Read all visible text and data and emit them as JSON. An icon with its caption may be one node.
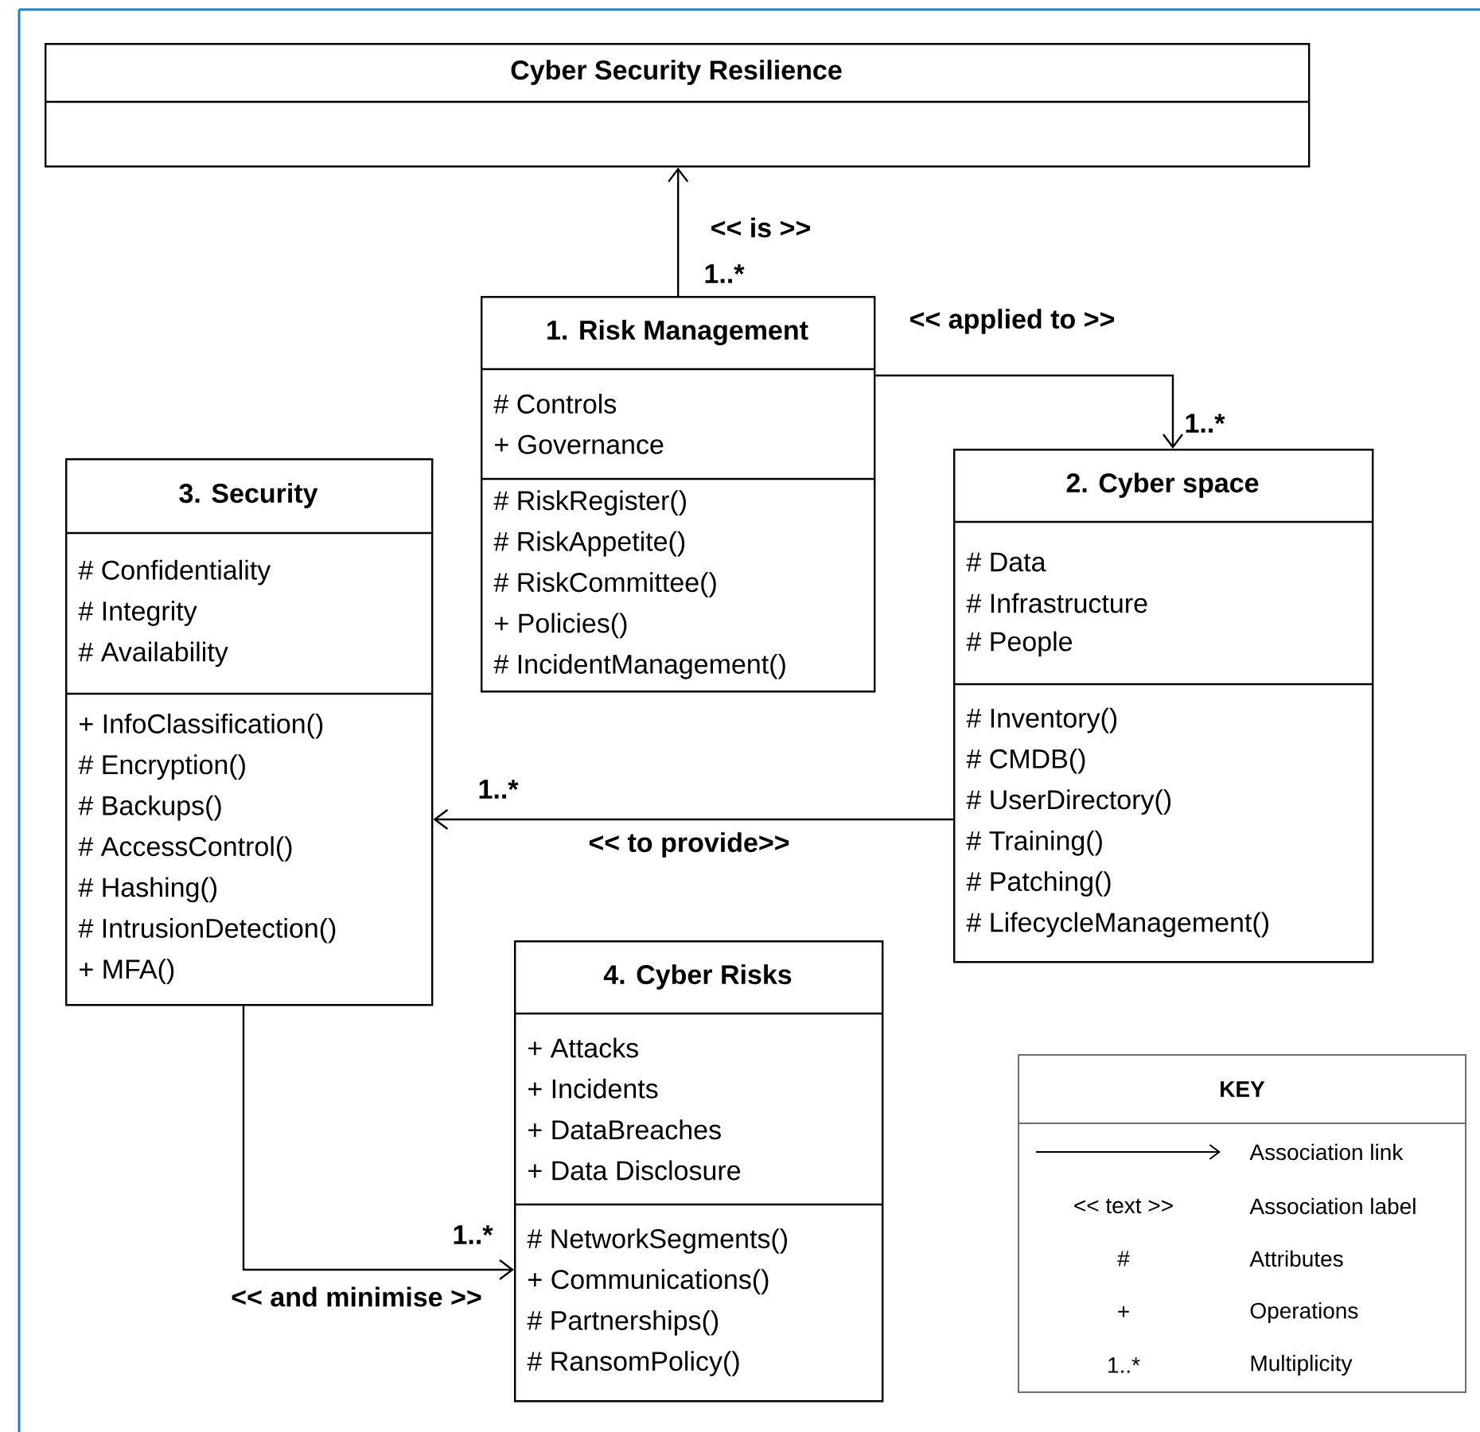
{
  "diagram": {
    "nodes": [
      {
        "text": [
          "Cyber Security Resilience"
        ]
      },
      {
        "text": [
          "1. Risk Management",
          "# Controls",
          "+ Governance",
          "# RiskRegister()",
          "# RiskAppetite()",
          "# RiskCommittee()",
          "+ Policies()",
          "# IncidentManagement()"
        ]
      },
      {
        "text": [
          "2. Cyber space",
          "# Data",
          "# Infrastructure",
          "# People",
          "# Inventory()",
          "# CMDB()",
          "# UserDirectory()",
          "# Training()",
          "# Patching()",
          "# LifecycleManagement()"
        ]
      },
      {
        "text": [
          "3. Security",
          "# Confidentiality",
          "# Integrity",
          "# Availability",
          "+ InfoClassification()",
          "# Encryption()",
          "# Backups()",
          "# AccessControl()",
          "# Hashing()",
          "# IntrusionDetection()",
          "+ MFA()"
        ]
      },
      {
        "text": [
          "4. Cyber Risks",
          "+ Attacks",
          "+ Incidents",
          "+ DataBreaches",
          "+ Data Disclosure",
          "# NetworkSegments()",
          "+ Communications()",
          "# Partnerships()",
          "# RansomPolicy()"
        ]
      }
    ],
    "edges": [
      {
        "from": 1,
        "to": 0,
        "arrow": "to",
        "label": "<< is >>"
      },
      {
        "from": 1,
        "to": 2,
        "arrow": "to",
        "label": "<< applied to >>"
      },
      {
        "from": 2,
        "to": 3,
        "arrow": "to",
        "label": "<< to provide>>"
      },
      {
        "from": 3,
        "to": 4,
        "arrow": "to",
        "label": "<< and minimise >>"
      }
    ],
    "labels": [
      "1..*",
      "1..*",
      "1..*",
      "1..*",
      "KEY",
      "<< text >>",
      "#",
      "+",
      "1..*"
    ],
    "legend": [
      {
        "text": "Association link"
      },
      {
        "text": "Association label"
      },
      {
        "text": "Attributes"
      },
      {
        "text": "Operations"
      },
      {
        "text": "Multiplicity"
      }
    ]
  }
}
